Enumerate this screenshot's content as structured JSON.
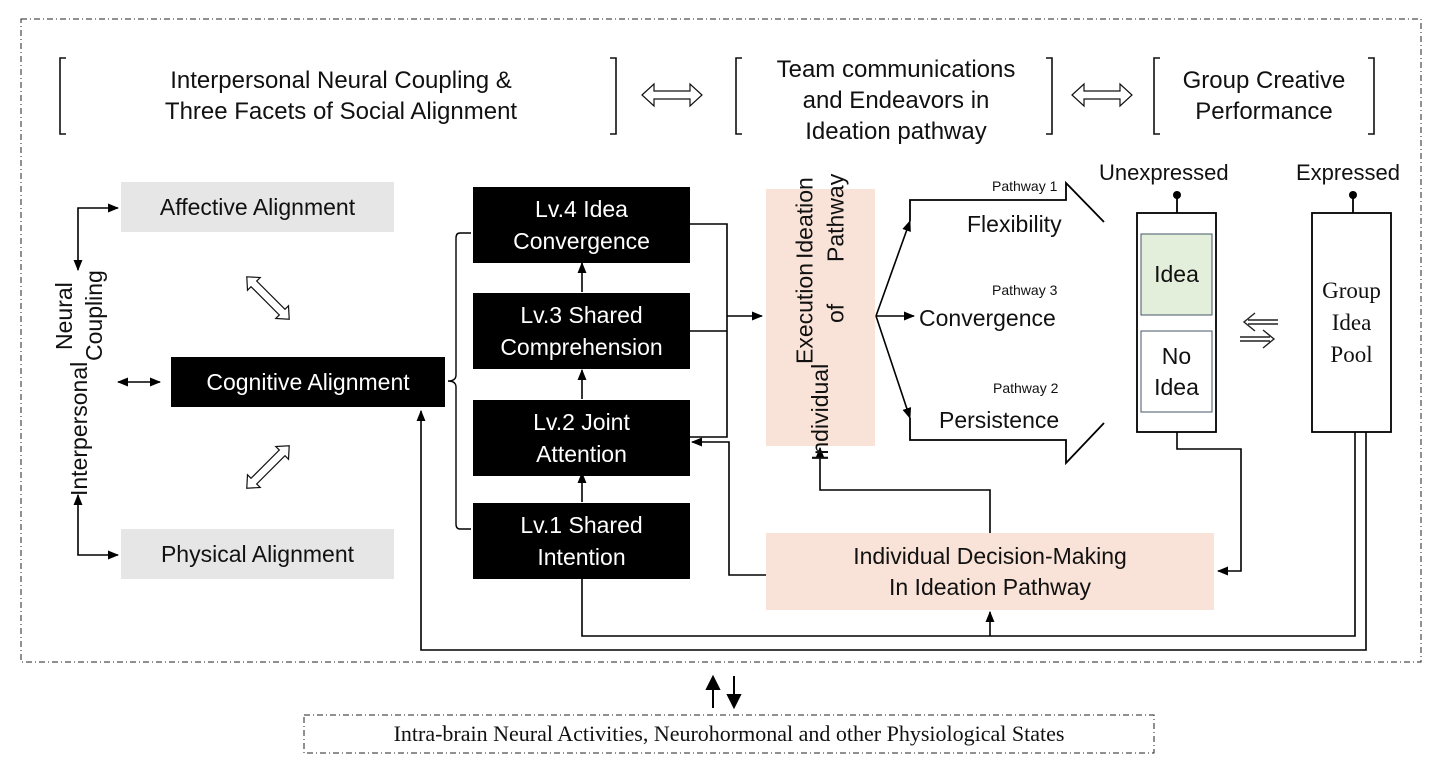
{
  "header": {
    "left": [
      "Interpersonal Neural Coupling &",
      "Three Facets of Social Alignment"
    ],
    "middle": [
      "Team communications",
      "and Endeavors in",
      "Ideation pathway"
    ],
    "right": [
      "Group Creative",
      "Performance"
    ]
  },
  "alignment": {
    "neural_coupling": [
      "Interpersonal",
      "Neural Coupling"
    ],
    "affective": "Affective Alignment",
    "cognitive": "Cognitive Alignment",
    "physical": "Physical Alignment"
  },
  "levels": [
    {
      "line1": "Lv.4 Idea",
      "line2": "Convergence"
    },
    {
      "line1": "Lv.3 Shared",
      "line2": "Comprehension"
    },
    {
      "line1": "Lv.2 Joint",
      "line2": "Attention"
    },
    {
      "line1": "Lv.1 Shared",
      "line2": "Intention"
    }
  ],
  "execution": [
    "Individual",
    "Execution of",
    "Ideation Pathway"
  ],
  "decision": [
    "Individual Decision-Making",
    "In Ideation Pathway"
  ],
  "pathways": [
    {
      "tag": "Pathway 1",
      "name": "Flexibility"
    },
    {
      "tag": "Pathway 3",
      "name": "Convergence"
    },
    {
      "tag": "Pathway 2",
      "name": "Persistence"
    }
  ],
  "unexpressed": {
    "label": "Unexpressed",
    "idea": "Idea",
    "no_idea": [
      "No",
      "Idea"
    ]
  },
  "expressed": {
    "label": "Expressed",
    "pool": [
      "Group",
      "Idea",
      "Pool"
    ]
  },
  "footer": "Intra-brain Neural Activities, Neurohormonal and other Physiological States",
  "colors": {
    "pink": "#f9e3d8",
    "green": "#e3efdb",
    "gray": "#e6e6e6",
    "black": "#000000"
  }
}
